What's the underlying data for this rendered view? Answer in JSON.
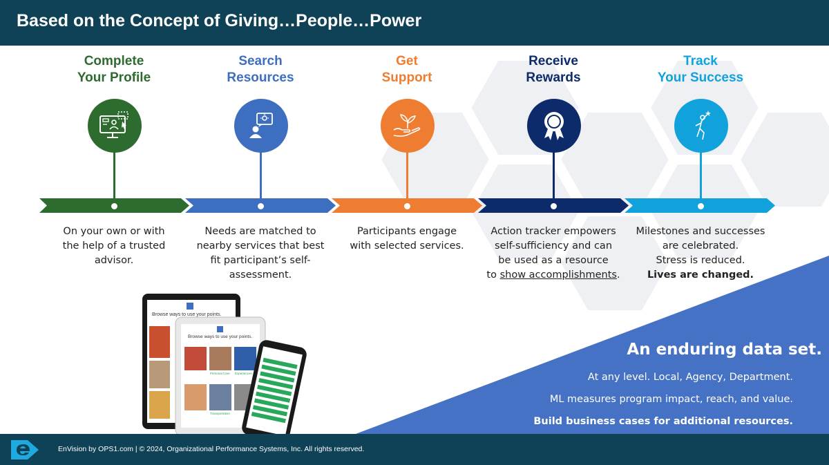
{
  "header": {
    "title": "Based on the Concept of Giving…People…Power"
  },
  "steps": [
    {
      "title_line1": "Complete",
      "title_line2": "Your Profile",
      "color": "#2e6b2f",
      "icon": "profile-monitor-icon",
      "desc": [
        "On your own or with",
        "the help of a trusted",
        "advisor."
      ]
    },
    {
      "title_line1": "Search",
      "title_line2": "Resources",
      "color": "#3d6ebf",
      "icon": "search-person-icon",
      "desc": [
        "Needs are matched to",
        "nearby services that best",
        "fit participant’s self-",
        "assessment."
      ]
    },
    {
      "title_line1": "Get",
      "title_line2": "Support",
      "color": "#ef7d31",
      "icon": "hand-plant-icon",
      "desc": [
        "Participants engage",
        "with selected services."
      ]
    },
    {
      "title_line1": "Receive",
      "title_line2": "Rewards",
      "color": "#0d2a6b",
      "icon": "award-ribbon-icon",
      "desc_mixed": {
        "l1": "Action tracker empowers",
        "l2": "self-sufficiency and can",
        "l3": "be used as a resource",
        "l4a": "to ",
        "l4b": "show accomplishments",
        "l4c": "."
      }
    },
    {
      "title_line1": "Track",
      "title_line2": "Your Success",
      "color": "#11a2dc",
      "icon": "celebrating-person-icon",
      "desc": [
        "Milestones and successes",
        "are celebrated.",
        "Stress is reduced."
      ],
      "desc_bold": "Lives are changed."
    }
  ],
  "panel": {
    "headline": "An enduring data set.",
    "bullets": [
      "At any level. Local, Agency, Department.",
      "ML measures program impact, reach, and value."
    ],
    "bullet_bold": "Build business cases for additional resources.",
    "color": "#4572c4"
  },
  "devices": {
    "screen_title": "Browse ways to use your points.",
    "tab1": "Personal Care",
    "tab2": "Experiences",
    "tab3": "Transportation"
  },
  "footer": {
    "text": "EnVision by OPS1.com  |  © 2024, Organizational Performance Systems, Inc. All rights reserved."
  }
}
